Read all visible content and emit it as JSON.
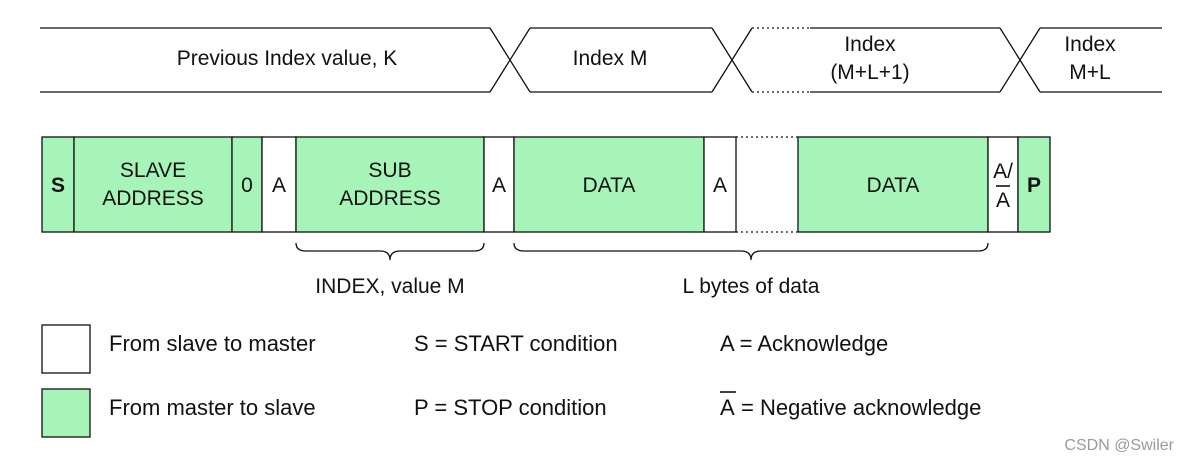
{
  "timeline": {
    "prev_index": "Previous Index value, K",
    "index_m": "Index M",
    "index_mid_line1": "Index",
    "index_mid_line2": "(M+L+1)",
    "index_end_line1": "Index",
    "index_end_line2": "M+L"
  },
  "frame": {
    "start": "S",
    "slave_line1": "SLAVE",
    "slave_line2": "ADDRESS",
    "rw": "0",
    "ack1": "A",
    "sub_line1": "SUB",
    "sub_line2": "ADDRESS",
    "ack2": "A",
    "data1": "DATA",
    "ack3": "A",
    "data2": "DATA",
    "ack_last_top": "A/",
    "ack_last_bottom": "A",
    "stop": "P"
  },
  "braces": {
    "index_label": "INDEX, value M",
    "data_label": "L bytes of data"
  },
  "legend": {
    "white_label": "From slave to master",
    "green_label": "From master to slave",
    "s_def": "S = START condition",
    "p_def": "P = STOP condition",
    "a_def": "A = Acknowledge",
    "nack_symbol": "A",
    "nack_def": "= Negative acknowledge"
  },
  "watermark": "CSDN @Swiler",
  "colors": {
    "master_fill": "#a6f4b8",
    "slave_fill": "#ffffff",
    "stroke": "#111111"
  }
}
